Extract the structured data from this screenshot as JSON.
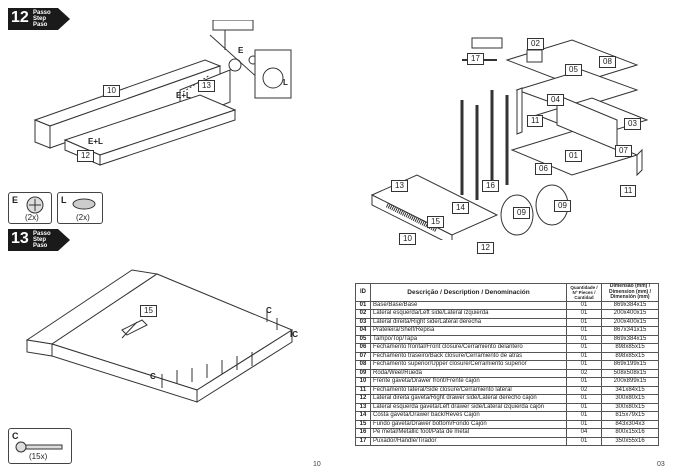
{
  "left_page": {
    "step12": {
      "number": "12",
      "label_lines": [
        "Passo",
        "Step",
        "Paso"
      ]
    },
    "step13": {
      "number": "13",
      "label_lines": [
        "Passo",
        "Step",
        "Paso"
      ]
    },
    "step12_callouts": {
      "panel_a": "10",
      "panel_b": "12",
      "panel_c": "13",
      "e_plus_l_top": "E+L",
      "e_plus_l_bottom": "E+L",
      "e": "E",
      "l": "L"
    },
    "hardware": [
      {
        "letter": "E",
        "count": "(2x)"
      },
      {
        "letter": "L",
        "count": "(2x)"
      },
      {
        "letter": "C",
        "count": "(15x)"
      }
    ],
    "step13_callouts": {
      "panel": "15",
      "c": "C",
      "c2": "C",
      "ic": "IC"
    },
    "page_number": "10"
  },
  "right_page": {
    "diagram_labels": [
      "17",
      "02",
      "08",
      "05",
      "04",
      "11",
      "03",
      "01",
      "07",
      "06",
      "11",
      "13",
      "16",
      "14",
      "15",
      "09",
      "09",
      "10",
      "12"
    ],
    "table": {
      "headers": {
        "id": "ID",
        "desc": "Descrição / Description / Denominación",
        "qty": "Quantidade / Nº Pieces / Cantidad",
        "dim": "Dimensão (mm) / Dimension (mm) / Dimensión (mm)"
      },
      "rows": [
        {
          "id": "01",
          "desc": "Base/Base/Base",
          "qty": "01",
          "dim": "869x384x15"
        },
        {
          "id": "02",
          "desc": "Lateral esquerda/Left side/Lateral izquierda",
          "qty": "01",
          "dim": "200x400x15"
        },
        {
          "id": "03",
          "desc": "Lateral direita/Right side/Lateral derecha",
          "qty": "01",
          "dim": "200x400x15"
        },
        {
          "id": "04",
          "desc": "Prateleira/Shelf/Repisa",
          "qty": "01",
          "dim": "867x341x15"
        },
        {
          "id": "05",
          "desc": "Tampo/Top/Tapa",
          "qty": "01",
          "dim": "869x384x15"
        },
        {
          "id": "06",
          "desc": "Fechamento frontal/Front closure/Cerramiento delantero",
          "qty": "01",
          "dim": "898x85x15"
        },
        {
          "id": "07",
          "desc": "Fechamento traseiro/Back closure/Cerramiento de atrás",
          "qty": "01",
          "dim": "898x85x15"
        },
        {
          "id": "08",
          "desc": "Fechamento superior/Upper closure/Cerramiento superior",
          "qty": "01",
          "dim": "869x199x15"
        },
        {
          "id": "09",
          "desc": "Roda/Weel/Rueda",
          "qty": "02",
          "dim": "508x508x15"
        },
        {
          "id": "10",
          "desc": "Frente gaveta/Drawer front/Frente cajón",
          "qty": "01",
          "dim": "200x899x15"
        },
        {
          "id": "11",
          "desc": "Fechamento lateral/Side closure/Cerramiento lateral",
          "qty": "02",
          "dim": "341x84x15"
        },
        {
          "id": "12",
          "desc": "Lateral direita gaveta/Right drawer side/Lateral derecho cajón",
          "qty": "01",
          "dim": "300x80x15"
        },
        {
          "id": "13",
          "desc": "Lateral esquerda gaveta/Left drawer side/Lateral izquierda cajón",
          "qty": "01",
          "dim": "300x80x15"
        },
        {
          "id": "14",
          "desc": "Costa gaveta/Drawer back/Revés Cajón",
          "qty": "01",
          "dim": "815x79x15"
        },
        {
          "id": "15",
          "desc": "Fundo gaveta/Drawer bottom/Fondo Cajón",
          "qty": "01",
          "dim": "843x304x3"
        },
        {
          "id": "16",
          "desc": "Pé metal/Metallic foot/Pata de metal",
          "qty": "04",
          "dim": "800x15x16"
        },
        {
          "id": "17",
          "desc": "Puxador/Handle/Tirador",
          "qty": "01",
          "dim": "350x55x16"
        }
      ]
    },
    "page_number": "03"
  }
}
